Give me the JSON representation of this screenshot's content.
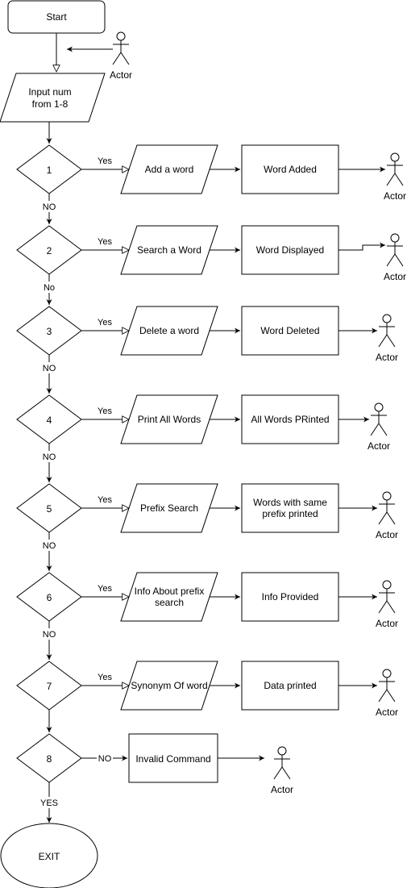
{
  "start_label": "Start",
  "input_label": [
    "Input num",
    "from 1-8"
  ],
  "exit_label": "EXIT",
  "actor_label": "Actor",
  "invalid_label": "Invalid Command",
  "options": [
    {
      "num": "1",
      "yes": "Yes",
      "action": [
        "Add a word"
      ],
      "result": [
        "Word Added"
      ],
      "no": "NO"
    },
    {
      "num": "2",
      "yes": "Yes",
      "action": [
        "Search  a Word"
      ],
      "result": [
        "Word Displayed"
      ],
      "no": "No"
    },
    {
      "num": "3",
      "yes": "Yes",
      "action": [
        "Delete a word"
      ],
      "result": [
        "Word Deleted"
      ],
      "no": "NO"
    },
    {
      "num": "4",
      "yes": "Yes",
      "action": [
        "Print All Words"
      ],
      "result": [
        "All Words PRinted"
      ],
      "no": "NO"
    },
    {
      "num": "5",
      "yes": "Yes",
      "action": [
        "Prefix Search"
      ],
      "result": [
        "Words with same",
        "prefix printed"
      ],
      "no": "NO"
    },
    {
      "num": "6",
      "yes": "Yes",
      "action": [
        "Info About prefix",
        "search"
      ],
      "result": [
        "Info Provided"
      ],
      "no": "NO"
    },
    {
      "num": "7",
      "yes": "Yes",
      "action": [
        "Synonym Of word"
      ],
      "result": [
        "Data printed"
      ],
      "no": null
    }
  ],
  "last_option": {
    "num": "8",
    "no": "NO",
    "yes": "YES"
  }
}
